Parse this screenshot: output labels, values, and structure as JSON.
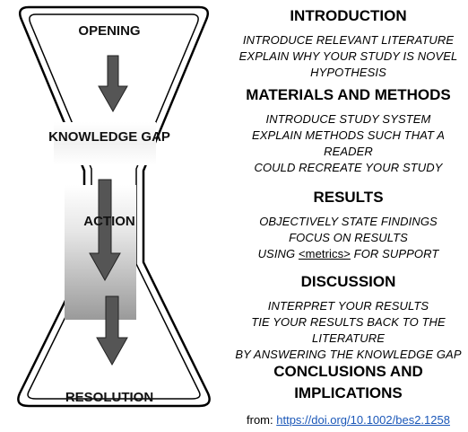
{
  "stages": [
    "OPENING",
    "KNOWLEDGE GAP",
    "ACTION",
    "RESOLUTION"
  ],
  "sections": {
    "introduction": {
      "heading": "INTRODUCTION",
      "lines": [
        "INTRODUCE RELEVANT LITERATURE",
        "EXPLAIN WHY YOUR STUDY IS NOVEL",
        "HYPOTHESIS"
      ]
    },
    "methods": {
      "heading": "MATERIALS AND METHODS",
      "lines": [
        "INTRODUCE STUDY SYSTEM",
        "EXPLAIN METHODS SUCH THAT A READER",
        "COULD RECREATE YOUR STUDY"
      ]
    },
    "results": {
      "heading": "RESULTS",
      "lines": [
        "OBJECTIVELY STATE FINDINGS",
        "FOCUS ON  RESULTS"
      ],
      "metrics_line": {
        "before": "USING ",
        "link": "<metrics>",
        "after": "  FOR SUPPORT"
      }
    },
    "discussion": {
      "heading": "DISCUSSION",
      "lines": [
        "INTERPRET YOUR RESULTS",
        "TIE YOUR RESULTS BACK TO THE LITERATURE",
        "BY ANSWERING THE KNOWLEDGE GAP"
      ]
    },
    "conclusions": {
      "heading_line1": "CONCLUSIONS AND",
      "heading_line2": "IMPLICATIONS"
    }
  },
  "source": {
    "prefix": "from: ",
    "link_text": "https://doi.org/10.1002/bes2.1258"
  },
  "colors": {
    "link": "#1a57b8",
    "arrow_fill": "#555555",
    "outline": "#000000"
  }
}
